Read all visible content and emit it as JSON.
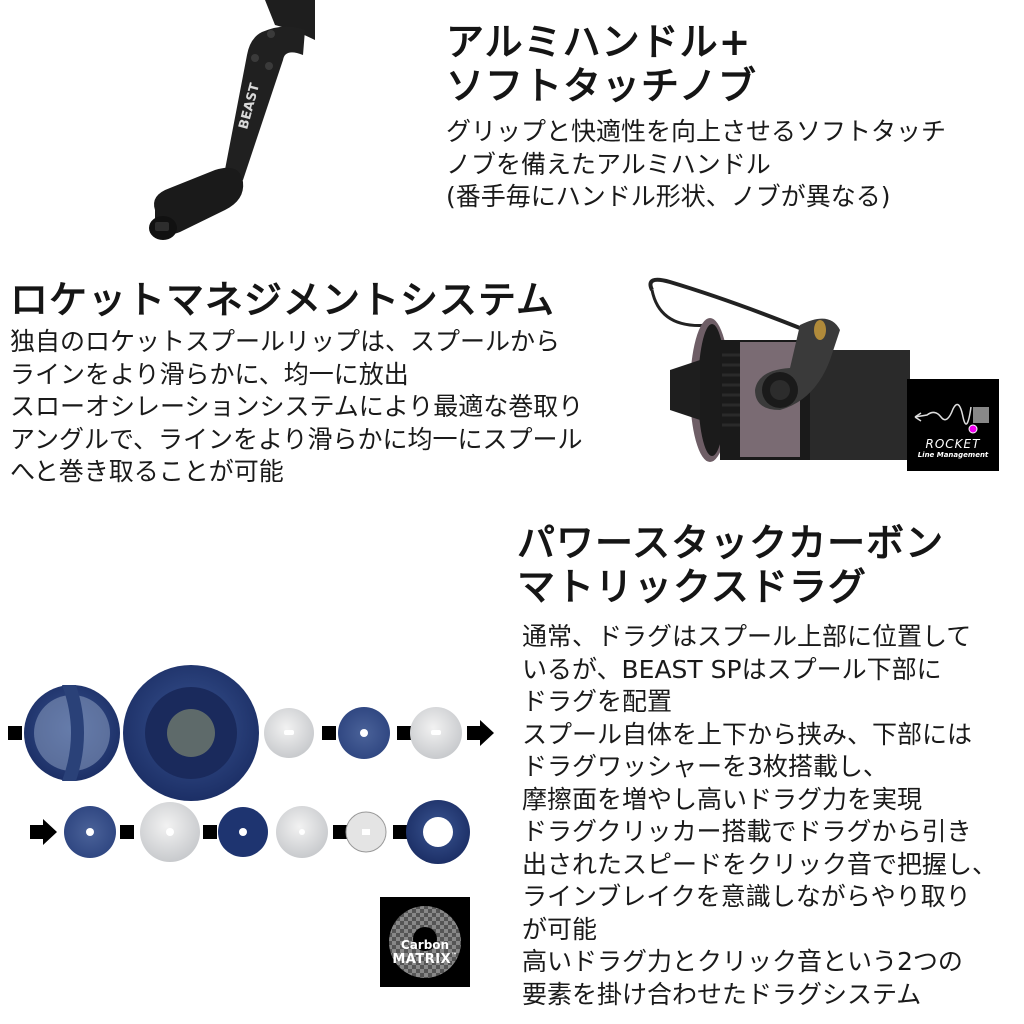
{
  "section1": {
    "title_lines": [
      "アルミハンドル+",
      "ソフトタッチノブ"
    ],
    "body_lines": [
      "グリップと快適性を向上させるソフトタッチ",
      "ノブを備えたアルミハンドル",
      "(番手毎にハンドル形状、ノブが異なる)"
    ],
    "image": "aluminum-handle-with-soft-touch-knob",
    "handle_logo_text": "BEAST"
  },
  "section2": {
    "title": "ロケットマネジメントシステム",
    "body_lines": [
      "独自のロケットスプールリップは、スプールから",
      "ラインをより滑らかに、均一に放出",
      "スローオシレーションシステムにより最適な巻取り",
      "アングルで、ラインをより滑らかに均一にスプール",
      "へと巻き取ることが可能"
    ],
    "image": "reel-spool-close-up",
    "logo": {
      "title": "ROCKET",
      "subtitle": "Line Management"
    }
  },
  "section3": {
    "title_lines": [
      "パワースタックカーボン",
      "マトリックスドラグ"
    ],
    "body_lines": [
      "通常、ドラグはスプール上部に位置して",
      "いるが、BEAST SPはスプール下部に",
      "ドラグを配置",
      "スプール自体を上下から挟み、下部には",
      "ドラグワッシャーを3枚搭載し、",
      "摩擦面を増やし高いドラグ力を実現",
      "ドラグクリッカー搭載でドラグから引き",
      "出されたスピードをクリック音で把握し、",
      "ラインブレイクを意識しながらやり取り",
      "が可能",
      "高いドラグ力とクリック音という2つの",
      "要素を掛け合わせたドラグシステム"
    ],
    "image": "drag-washer-stack-exploded",
    "logo": {
      "line1": "Carbon",
      "line2": "MATRIX",
      "tm": "™"
    }
  },
  "colors": {
    "navy": "#23386e",
    "silver": "#d9dbde",
    "black": "#000000",
    "text": "#1a1a1a"
  }
}
